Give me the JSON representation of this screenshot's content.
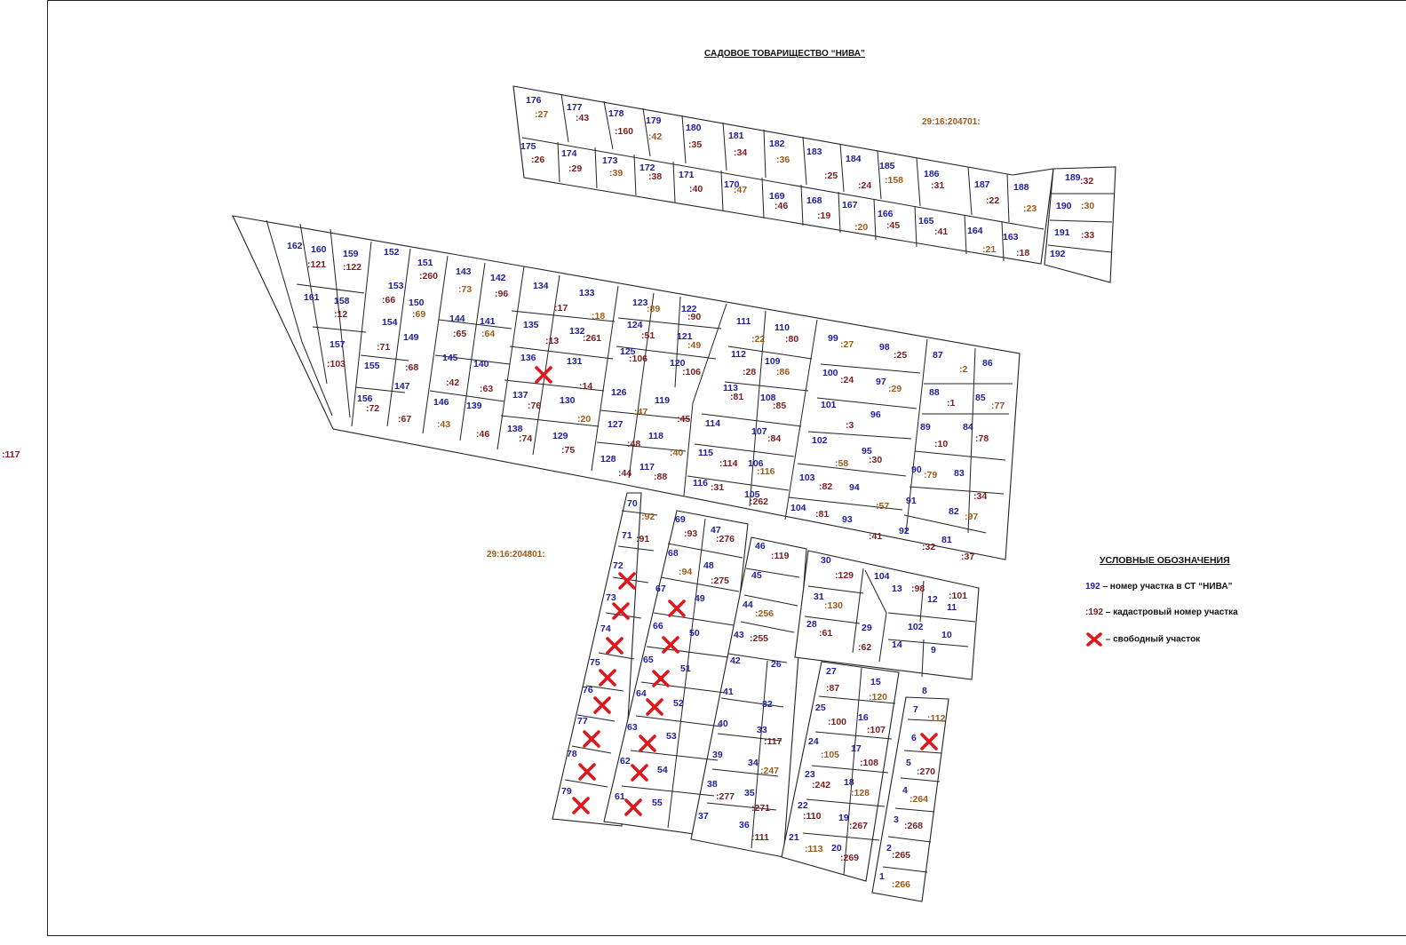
{
  "title": "САДОВОЕ ТОВАРИЩЕСТВО “НИВА”",
  "zones": [
    "29:16:204701:",
    "29:16:204801:"
  ],
  "edge_label": ":117",
  "legend": {
    "title": "УСЛОВНЫЕ ОБОЗНАЧЕНИЯ",
    "plot_number_sample": "192",
    "plot_number_text": " – номер участка в СТ “НИВА”",
    "cadastral_sample": ":192",
    "cadastral_text": " – кадастровый номер участка",
    "free_text": " – свободный участок"
  },
  "colors": {
    "plot_number": "#1d1d9c",
    "cadastral": "#7a1d1d",
    "cadastral_alt": "#9c5a17",
    "free_marker": "#e0161a"
  },
  "plots": [
    [
      "176",
      ":27"
    ],
    [
      "177",
      ":43"
    ],
    [
      "178",
      ":160"
    ],
    [
      "179",
      ":42"
    ],
    [
      "180",
      ":35"
    ],
    [
      "181",
      ":34"
    ],
    [
      "182",
      ":36"
    ],
    [
      "183",
      ":25"
    ],
    [
      "184",
      ":24"
    ],
    [
      "185",
      ":158"
    ],
    [
      "186",
      ":31"
    ],
    [
      "187",
      ":22"
    ],
    [
      "188",
      ":23"
    ],
    [
      "175",
      ":26"
    ],
    [
      "174",
      ":29"
    ],
    [
      "173",
      ":39"
    ],
    [
      "172",
      ":38"
    ],
    [
      "171",
      ":40"
    ],
    [
      "170",
      ":47"
    ],
    [
      "169",
      ":46"
    ],
    [
      "168",
      ":19"
    ],
    [
      "167",
      ":20"
    ],
    [
      "166",
      ":45"
    ],
    [
      "165",
      ":41"
    ],
    [
      "164",
      ":21"
    ],
    [
      "163",
      ":18"
    ],
    [
      "189",
      ":32"
    ],
    [
      "190",
      ":30"
    ],
    [
      "191",
      ":33"
    ],
    [
      "192",
      ""
    ],
    [
      "162",
      ""
    ],
    [
      "160",
      ":121"
    ],
    [
      "159",
      ":122"
    ],
    [
      "161",
      ""
    ],
    [
      "158",
      ":12"
    ],
    [
      "157",
      ":103"
    ],
    [
      "152",
      ""
    ],
    [
      "151",
      ":260"
    ],
    [
      "153",
      ":66"
    ],
    [
      "150",
      ":69"
    ],
    [
      "154",
      ":71"
    ],
    [
      "149",
      ":68"
    ],
    [
      "155",
      ""
    ],
    [
      "156",
      ":72"
    ],
    [
      "147",
      ":67"
    ],
    [
      "143",
      ":73"
    ],
    [
      "142",
      ":96"
    ],
    [
      "144",
      ":65"
    ],
    [
      "141",
      ":64"
    ],
    [
      "145",
      ":42"
    ],
    [
      "140",
      ":63"
    ],
    [
      "146",
      ":43"
    ],
    [
      "139",
      ":46"
    ],
    [
      "134",
      ":17"
    ],
    [
      "133",
      ":18"
    ],
    [
      "135",
      ":13"
    ],
    [
      "132",
      ":261"
    ],
    [
      "136",
      ""
    ],
    [
      "131",
      ":14"
    ],
    [
      "137",
      ":76"
    ],
    [
      "130",
      ":20"
    ],
    [
      "138",
      ":74"
    ],
    [
      "129",
      ":75"
    ],
    [
      "123",
      ":89"
    ],
    [
      "122",
      ":90"
    ],
    [
      "124",
      ":51"
    ],
    [
      "121",
      ":49"
    ],
    [
      "125",
      ":106"
    ],
    [
      "120",
      ":106"
    ],
    [
      "126",
      ":47"
    ],
    [
      "119",
      ":45"
    ],
    [
      "127",
      ":48"
    ],
    [
      "118",
      ":40"
    ],
    [
      "128",
      ":44"
    ],
    [
      "117",
      ":88"
    ],
    [
      "111",
      ":22"
    ],
    [
      "110",
      ":80"
    ],
    [
      "112",
      ":28"
    ],
    [
      "109",
      ":86"
    ],
    [
      "113",
      ":81"
    ],
    [
      "108",
      ":85"
    ],
    [
      "114",
      ""
    ],
    [
      "107",
      ":84"
    ],
    [
      "115",
      ":114"
    ],
    [
      "106",
      ":116"
    ],
    [
      "116",
      ":31"
    ],
    [
      "105",
      ":262"
    ],
    [
      "99",
      ":27"
    ],
    [
      "98",
      ":25"
    ],
    [
      "100",
      ":24"
    ],
    [
      "97",
      ":29"
    ],
    [
      "101",
      ":3"
    ],
    [
      "96",
      ""
    ],
    [
      "102",
      ":58"
    ],
    [
      "95",
      ":30"
    ],
    [
      "103",
      ":82"
    ],
    [
      "94",
      ":57"
    ],
    [
      "104",
      ":81"
    ],
    [
      "93",
      ":41"
    ],
    [
      "87",
      ":2"
    ],
    [
      "86",
      ""
    ],
    [
      "88",
      ":1"
    ],
    [
      "85",
      ":77"
    ],
    [
      "89",
      ":10"
    ],
    [
      "84",
      ":78"
    ],
    [
      "90",
      ":79"
    ],
    [
      "83",
      ":34"
    ],
    [
      "91",
      ""
    ],
    [
      "82",
      ":97"
    ],
    [
      "92",
      ":32"
    ],
    [
      "81",
      ":37"
    ],
    [
      "70",
      ":92"
    ],
    [
      "71",
      ":91"
    ],
    [
      "72",
      ""
    ],
    [
      "73",
      ""
    ],
    [
      "74",
      ""
    ],
    [
      "75",
      ""
    ],
    [
      "76",
      ""
    ],
    [
      "77",
      ""
    ],
    [
      "78",
      ""
    ],
    [
      "79",
      ""
    ],
    [
      "69",
      ":93"
    ],
    [
      "47",
      ":276"
    ],
    [
      "68",
      ":94"
    ],
    [
      "48",
      ":275"
    ],
    [
      "67",
      ""
    ],
    [
      "49",
      ""
    ],
    [
      "66",
      ""
    ],
    [
      "50",
      ""
    ],
    [
      "65",
      ""
    ],
    [
      "51",
      ""
    ],
    [
      "64",
      ""
    ],
    [
      "52",
      ""
    ],
    [
      "63",
      ""
    ],
    [
      "53",
      ""
    ],
    [
      "62",
      ""
    ],
    [
      "54",
      ""
    ],
    [
      "61",
      ""
    ],
    [
      "55",
      ""
    ],
    [
      "46",
      ":119"
    ],
    [
      "45",
      ""
    ],
    [
      "44",
      ":256"
    ],
    [
      "43",
      ":255"
    ],
    [
      "42",
      ""
    ],
    [
      "26",
      ""
    ],
    [
      "41",
      ""
    ],
    [
      "32",
      ""
    ],
    [
      "40",
      ""
    ],
    [
      "33",
      ":117"
    ],
    [
      "39",
      ""
    ],
    [
      "34",
      ":247"
    ],
    [
      "38",
      ":277"
    ],
    [
      "35",
      ":271"
    ],
    [
      "37",
      ""
    ],
    [
      "36",
      ":111"
    ],
    [
      "30",
      ":129"
    ],
    [
      "31",
      ":130"
    ],
    [
      "28",
      ":61"
    ],
    [
      "29",
      ":62"
    ],
    [
      "104",
      ""
    ],
    [
      "13",
      ":98"
    ],
    [
      "12",
      ":101"
    ],
    [
      "11",
      ""
    ],
    [
      "102",
      ""
    ],
    [
      "10",
      ""
    ],
    [
      "14",
      ""
    ],
    [
      "9",
      ""
    ],
    [
      "27",
      ":87"
    ],
    [
      "15",
      ":120"
    ],
    [
      "25",
      ":100"
    ],
    [
      "16",
      ":107"
    ],
    [
      "24",
      ":105"
    ],
    [
      "17",
      ":108"
    ],
    [
      "23",
      ":242"
    ],
    [
      "18",
      ":128"
    ],
    [
      "22",
      ":110"
    ],
    [
      "19",
      ":267"
    ],
    [
      "21",
      ":113"
    ],
    [
      "20",
      ":269"
    ],
    [
      "8",
      ""
    ],
    [
      "7",
      ":112"
    ],
    [
      "6",
      ""
    ],
    [
      "5",
      ":270"
    ],
    [
      "4",
      ":264"
    ],
    [
      "3",
      ":268"
    ],
    [
      "2",
      ":265"
    ],
    [
      "1",
      ":266"
    ]
  ],
  "free_plots": [
    "136",
    "72",
    "73",
    "74",
    "75",
    "76",
    "77",
    "78",
    "79",
    "67",
    "66",
    "65",
    "64",
    "63",
    "62",
    "61",
    "6"
  ]
}
